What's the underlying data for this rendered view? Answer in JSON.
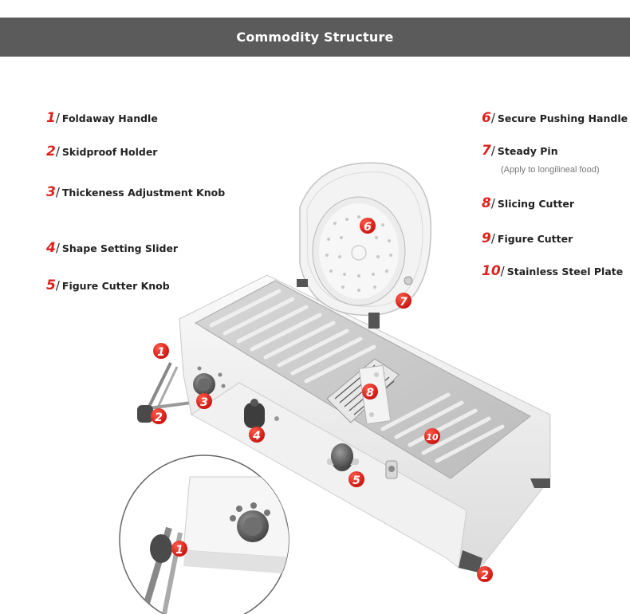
{
  "header": {
    "title": "Commodity Structure"
  },
  "parts": [
    {
      "number": "1",
      "name": "Foldaway Handle"
    },
    {
      "number": "2",
      "name": "Skidproof Holder"
    },
    {
      "number": "3",
      "name": "Thickeness Adjustment Knob"
    },
    {
      "number": "4",
      "name": "Shape Setting Slider"
    },
    {
      "number": "5",
      "name": "Figure Cutter Knob"
    },
    {
      "number": "6",
      "name": "Secure Pushing Handle"
    },
    {
      "number": "7",
      "name": "Steady Pin",
      "note": "(Apply to longilineal food)"
    },
    {
      "number": "8",
      "name": "Slicing Cutter"
    },
    {
      "number": "9",
      "name": "Figure Cutter"
    },
    {
      "number": "10",
      "name": "Stainless Steel Plate"
    }
  ],
  "colors": {
    "accent": "#e0201b",
    "banner": "#5b5b5b"
  }
}
